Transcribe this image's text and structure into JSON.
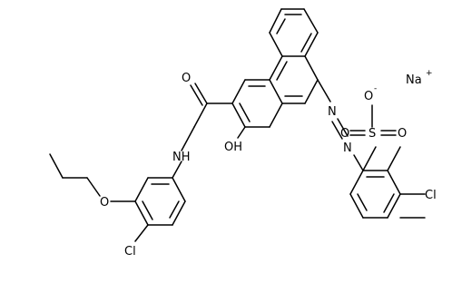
{
  "molecule": {
    "atoms": {
      "na": "Na",
      "na_charge": "+",
      "o_minus": "O",
      "o_minus_charge": "-",
      "sulfur": "S",
      "o_sulfonyl_left": "O",
      "o_sulfonyl_right": "O",
      "cl_right": "Cl",
      "n_azo_1": "N",
      "n_azo_2": "N",
      "hydroxyl": "OH",
      "carbonyl_o": "O",
      "amide_nh": "NH",
      "cl_left": "Cl",
      "ether_o": "O"
    }
  }
}
